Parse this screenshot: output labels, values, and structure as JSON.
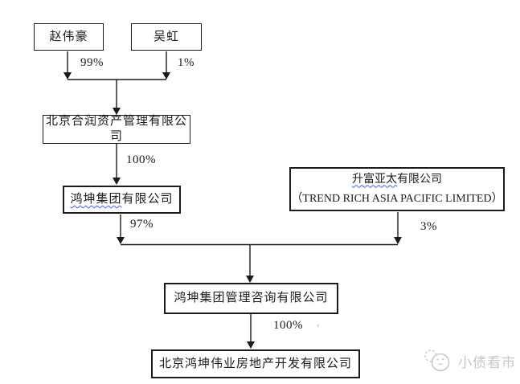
{
  "diagram": {
    "nodes": {
      "zhao_weihao": {
        "label": "赵伟豪"
      },
      "wu_hong": {
        "label": "吴虹"
      },
      "beijing_herun": {
        "label": "北京合润资产管理有限公司"
      },
      "hongkun_group": {
        "underlined": "鸿坤集团",
        "rest": "有限公司"
      },
      "trend_rich": {
        "underlined": "升富亚太",
        "rest": "有限公司",
        "line2": "（TREND RICH ASIA PACIFIC LIMITED）"
      },
      "hongkun_consulting": {
        "label": "鸿坤集团管理咨询有限公司"
      },
      "beijing_hongkun_weiye": {
        "label": "北京鸿坤伟业房地产开发有限公司"
      }
    },
    "edge_labels": {
      "zhao_to_herun": "99%",
      "wu_to_herun": "1%",
      "herun_to_group": "100%",
      "group_to_consulting": "97%",
      "trend_to_consulting": "3%",
      "consulting_to_weiye": "100%"
    },
    "artifact_mark": "‹",
    "colors": {
      "line": "#1b1b1b",
      "spellcheck_underline": "#3c5bff",
      "watermark": "#c6c6c6"
    }
  },
  "watermark": {
    "label": "小债看市"
  }
}
